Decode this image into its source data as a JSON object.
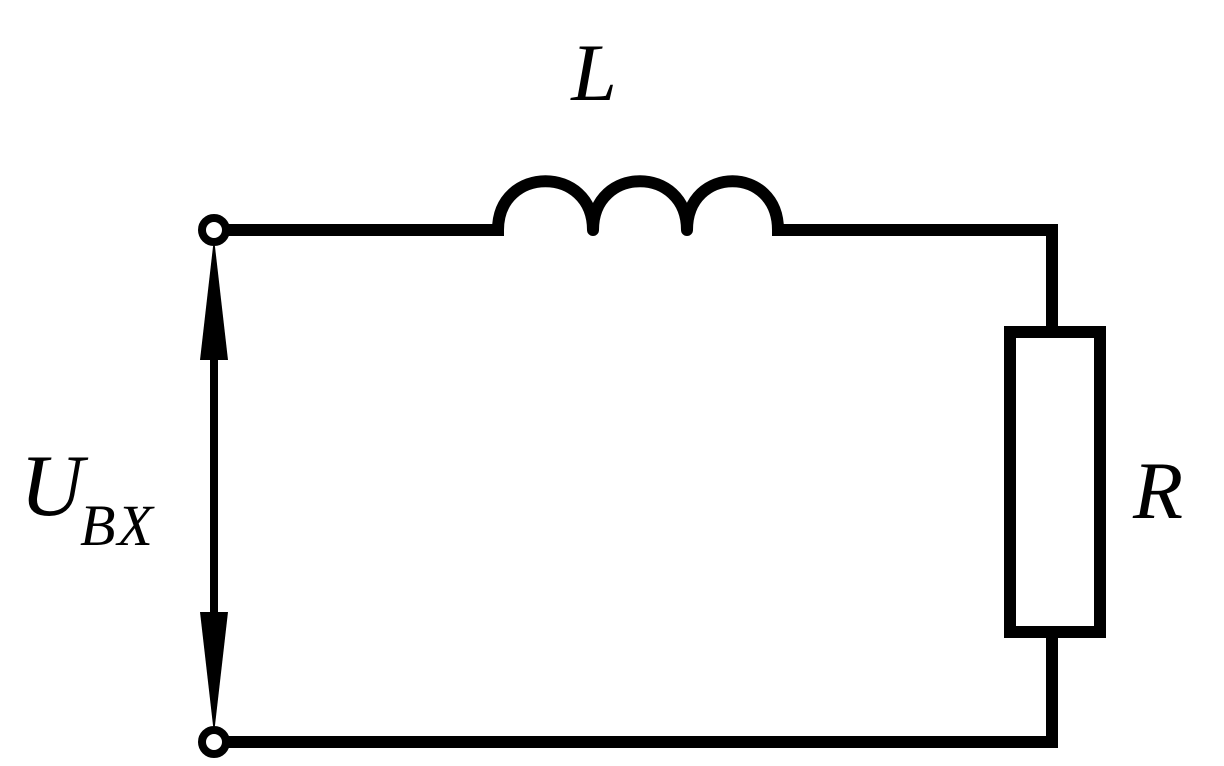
{
  "diagram": {
    "components": {
      "inductor": {
        "symbol": "L"
      },
      "resistor": {
        "symbol": "R"
      },
      "input_voltage": {
        "symbol": "U",
        "subscript": "BX"
      }
    },
    "colors": {
      "line": "#000000",
      "background": "#ffffff"
    }
  }
}
